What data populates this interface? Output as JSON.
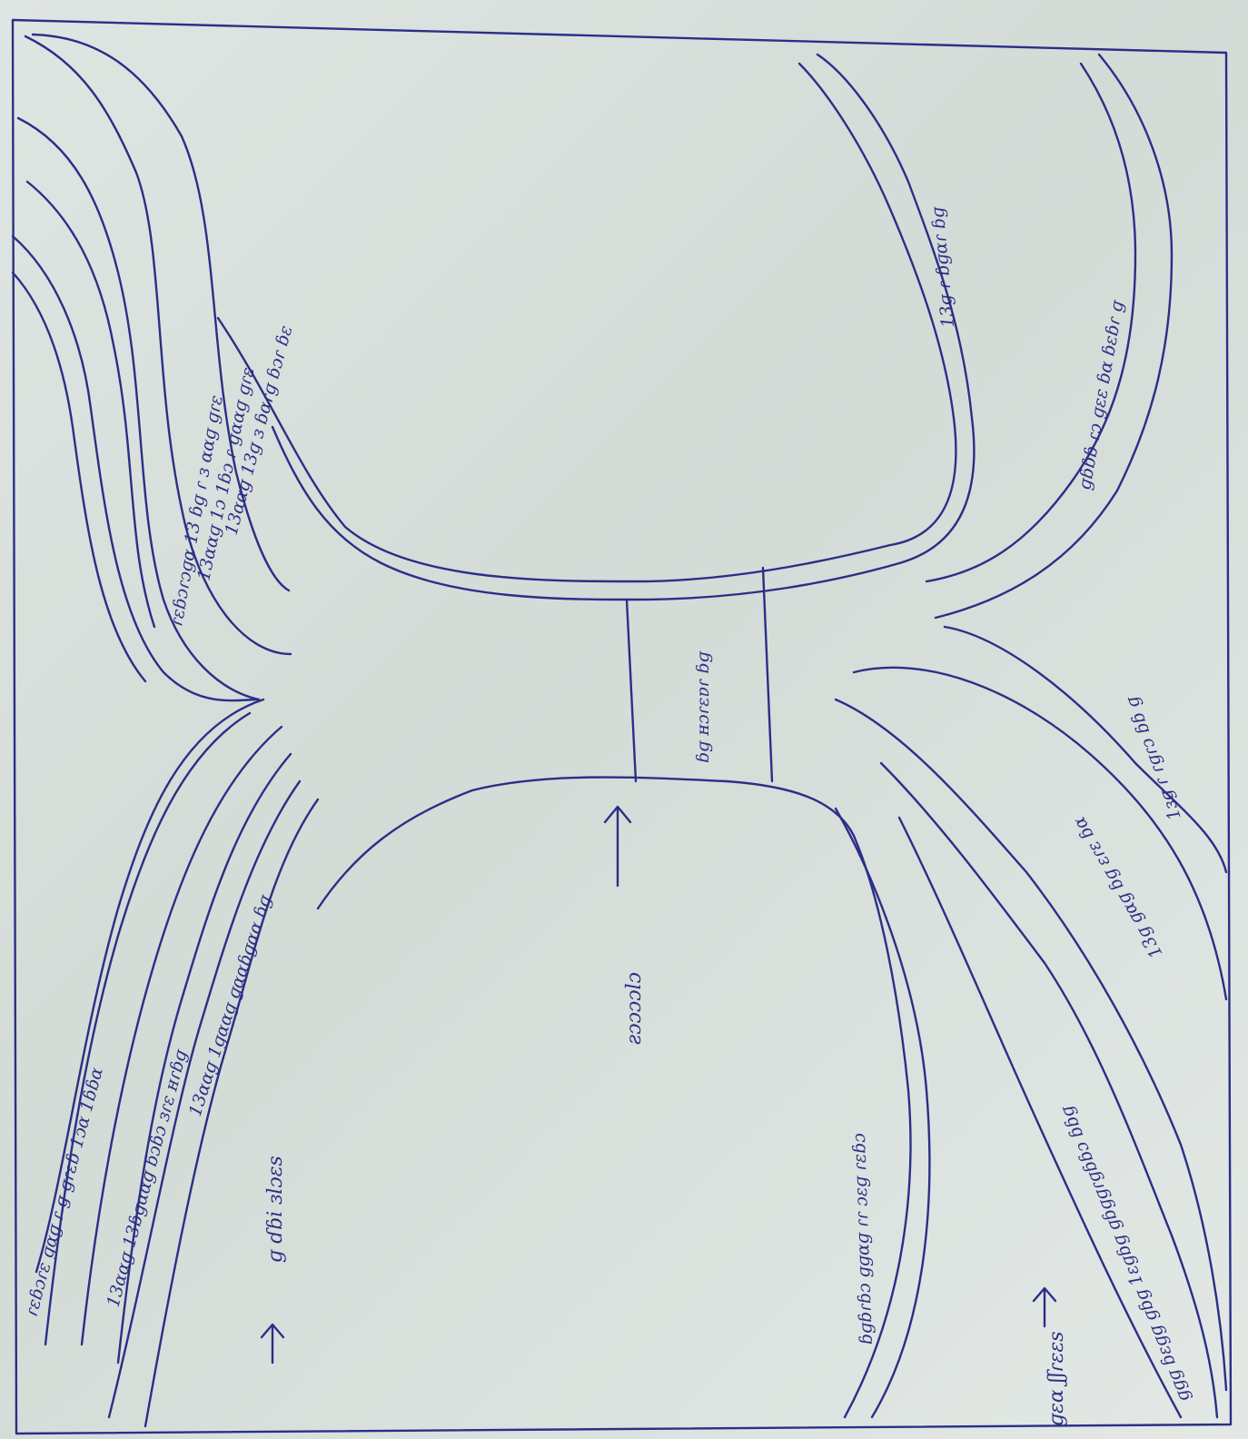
{
  "labels": {
    "center_label": "ƨɔɔɔɔlɔ",
    "bridge_label": "ɓɡ ʜɔɾɛɐɾ ɓɡ",
    "left_bottom_label": "ɡ ɗɓi ɜlɔɛs",
    "right_bottom_label": "ɡɛɑ ʃʃɾɛɛs"
  },
  "road_texts": {
    "top_left_outer": "ɾɛɓɔɾɔɡɑ 13 ɓɡ ɾ ɜ ɑɑɡ ɡɾɛ",
    "top_left_middle": "13ɑɑɡ 1ɔ 1ɓɔ ɾ ɡɑɑɡ ɡɾɛ",
    "top_left_inner": "13ɑɑɡ 13ɡ ɜ ɓɑɾɡ ɓɔɾ ɓɛ",
    "bottom_left_outer": "ɾɛɓɔɾɛ ɡɑɡ ɾ ɡ ɡɾɛɓ 1ɔɑ 1ɓɓɑ",
    "bottom_left_middle": "13ɑɑɡ 13ɓɡɑɑɡ ɓɔɓɔ ɜɾɛ ʜɾɓɡ",
    "bottom_left_inner": "13ɑɑɡ 1ɡɑɑɡ ɡɑɑɓɡɑɑ ɓɡ",
    "top_right_outer": "ɡɓɓɓ ɾɔ ɡɛɛ ɓɑ ɓɛɓɾ ɡ",
    "top_right_inner": "13ɡ ɾ ɓɡɑɾ ɓɡ",
    "right_middle_upper": "1ɜɡ ɾ ɾɡɾɔ ɓɓ ɡ",
    "right_middle_lower": "13ɡ ɡɑɡ ɓɡ ɛɾɛ ɓɑ",
    "right_lower": "ɓɡɓɾɓɔ ɡɡɑɡ ɾɾ ɔɛɡ ɾɛɓɔ",
    "right_bottom": "ɡɡɡ ɓɛɡɡ ɡɓɡ 1ɛɡɓɡ ɡɓɡɡɾɡɓɓɔ ɓɓɡ"
  }
}
